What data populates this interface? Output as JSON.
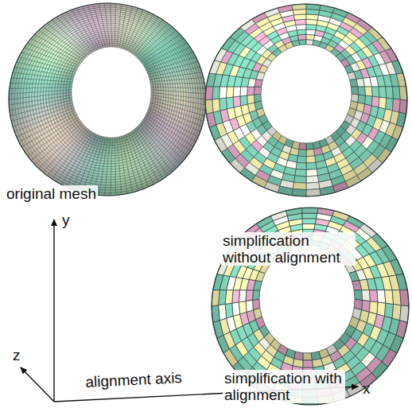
{
  "diagram": {
    "labels": [
      "original mesh",
      "simplification without alignment",
      "y",
      "z",
      "alignment axis",
      "x",
      "simplification with alignment"
    ]
  }
}
